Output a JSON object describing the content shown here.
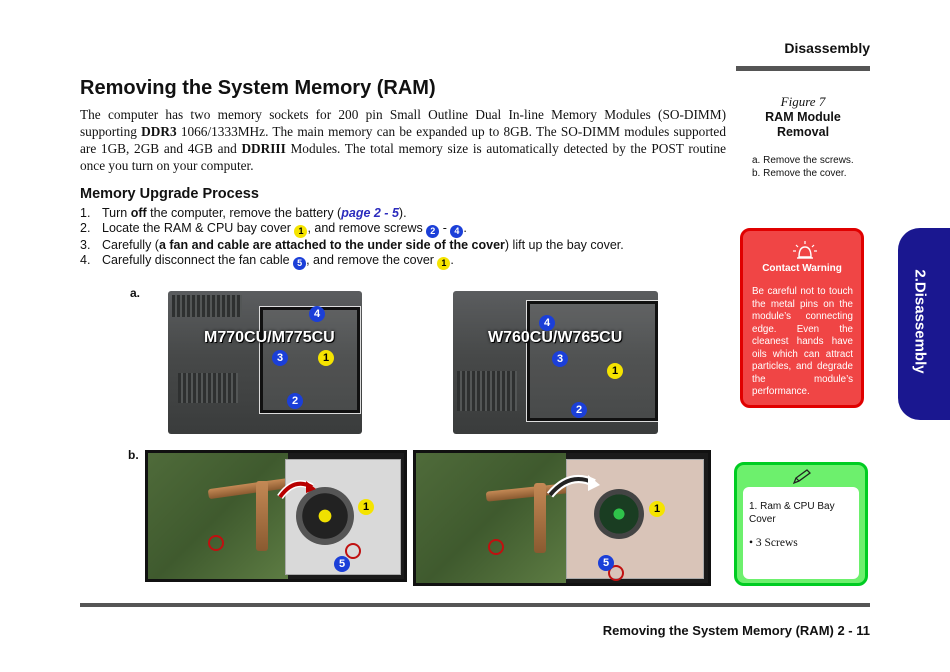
{
  "header": {
    "section": "Disassembly"
  },
  "title": "Removing the System Memory (RAM)",
  "intro": {
    "p1": "The computer has two memory sockets for 200 pin Small Outline Dual In-line Memory Modules (SO-DIMM) supporting ",
    "b1": "DDR3",
    "p2": " 1066/1333MHz. The main memory can be expanded up to 8GB. The SO-DIMM modules supported are 1GB, 2GB and 4GB and ",
    "b2": "DDRIII",
    "p3": " Modules. The total memory size is automatically detected by the POST routine once you turn on your computer."
  },
  "process": {
    "heading": "Memory Upgrade Process",
    "s1": {
      "num": "1.",
      "a": "Turn ",
      "b": "off",
      "c": " the computer, remove the battery (",
      "link": "page 2 - 5",
      "d": ")."
    },
    "s2": {
      "num": "2.",
      "a": "Locate the RAM & CPU bay cover ",
      "badge1": "1",
      "b": ", and remove screws ",
      "badge2": "2",
      "c": " - ",
      "badge3": "4",
      "d": "."
    },
    "s3": {
      "num": "3.",
      "a": "Carefully (",
      "b": "a fan and cable are attached to the under side of the cover",
      "c": ") lift up the bay cover."
    },
    "s4": {
      "num": "4.",
      "a": "Carefully disconnect the fan cable ",
      "badge1": "5",
      "b": ", and remove the cover ",
      "badge2": "1",
      "c": "."
    }
  },
  "figure": {
    "label_a": "a.",
    "label_b": "b.",
    "model1": "M770CU/M775CU",
    "model2": "W760CU/W765CU",
    "c1": "1",
    "c2": "2",
    "c3": "3",
    "c4": "4",
    "c5": "5"
  },
  "caption": {
    "fig": "Figure 7",
    "t1": "RAM Module",
    "t2": "Removal",
    "na": "a. Remove the screws.",
    "nb": "b. Remove the cover."
  },
  "warning": {
    "title": "Contact Warning",
    "body": "Be careful not to touch the metal pins on the module’s connecting edge. Even the cleanest hands have oils which can attract particles, and degrade the module’s performance."
  },
  "note": {
    "item": "1.  Ram & CPU Bay Cover",
    "bullet": "•  3 Screws"
  },
  "tab": "2.Disassembly",
  "footer": {
    "text": "Removing the System Memory (RAM)  2  -  11"
  },
  "colors": {
    "warning_bg": "#f04545",
    "note_bg": "#6df06d",
    "tab_bg": "#1a1790",
    "callout_blue": "#1b3fd8",
    "callout_yellow": "#f5e400"
  }
}
